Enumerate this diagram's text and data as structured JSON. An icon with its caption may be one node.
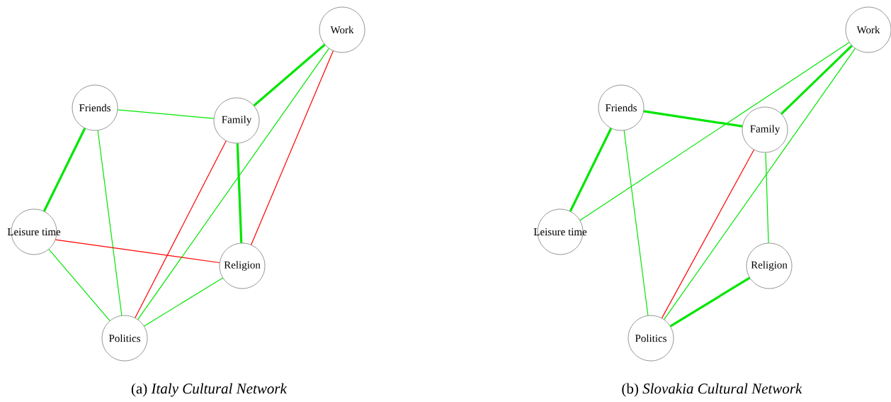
{
  "diagram": {
    "nodes": [
      {
        "text": [
          "Work"
        ]
      },
      {
        "text": [
          "Friends"
        ]
      },
      {
        "text": [
          "Family"
        ]
      },
      {
        "text": [
          "Leisure time"
        ]
      },
      {
        "text": [
          "Religion"
        ]
      },
      {
        "text": [
          "Politics"
        ]
      },
      {
        "text": [
          "Work"
        ]
      },
      {
        "text": [
          "Friends"
        ]
      },
      {
        "text": [
          "Family"
        ]
      },
      {
        "text": [
          "Leisure time"
        ]
      },
      {
        "text": [
          "Religion"
        ]
      },
      {
        "text": [
          "Politics"
        ]
      }
    ],
    "edges": [
      {
        "from": 0,
        "to": 2,
        "arrow": "none",
        "style": "thick"
      },
      {
        "from": 0,
        "to": 5,
        "arrow": "none"
      },
      {
        "from": 0,
        "to": 4,
        "arrow": "none",
        "color": "#ff0000"
      },
      {
        "from": 1,
        "to": 2,
        "arrow": "none"
      },
      {
        "from": 1,
        "to": 3,
        "arrow": "none",
        "style": "thick"
      },
      {
        "from": 1,
        "to": 5,
        "arrow": "none"
      },
      {
        "from": 2,
        "to": 4,
        "arrow": "none",
        "style": "thick"
      },
      {
        "from": 2,
        "to": 5,
        "arrow": "none",
        "color": "#ff0000"
      },
      {
        "from": 3,
        "to": 4,
        "arrow": "none",
        "color": "#ff0000"
      },
      {
        "from": 3,
        "to": 5,
        "arrow": "none"
      },
      {
        "from": 4,
        "to": 5,
        "arrow": "none"
      },
      {
        "from": 6,
        "to": 9,
        "arrow": "none"
      },
      {
        "from": 6,
        "to": 8,
        "arrow": "none",
        "style": "thick"
      },
      {
        "from": 6,
        "to": 11,
        "arrow": "none"
      },
      {
        "from": 7,
        "to": 8,
        "arrow": "none",
        "style": "thick"
      },
      {
        "from": 7,
        "to": 9,
        "arrow": "none",
        "style": "thick"
      },
      {
        "from": 7,
        "to": 11,
        "arrow": "none"
      },
      {
        "from": 8,
        "to": 10,
        "arrow": "none"
      },
      {
        "from": 8,
        "to": 11,
        "arrow": "none",
        "color": "#ff0000"
      },
      {
        "from": 10,
        "to": 11,
        "arrow": "none",
        "style": "thick"
      }
    ],
    "labels": [
      "(a) *Italy Cultural Network*",
      "(b) *Slovakia Cultural Network*"
    ]
  }
}
